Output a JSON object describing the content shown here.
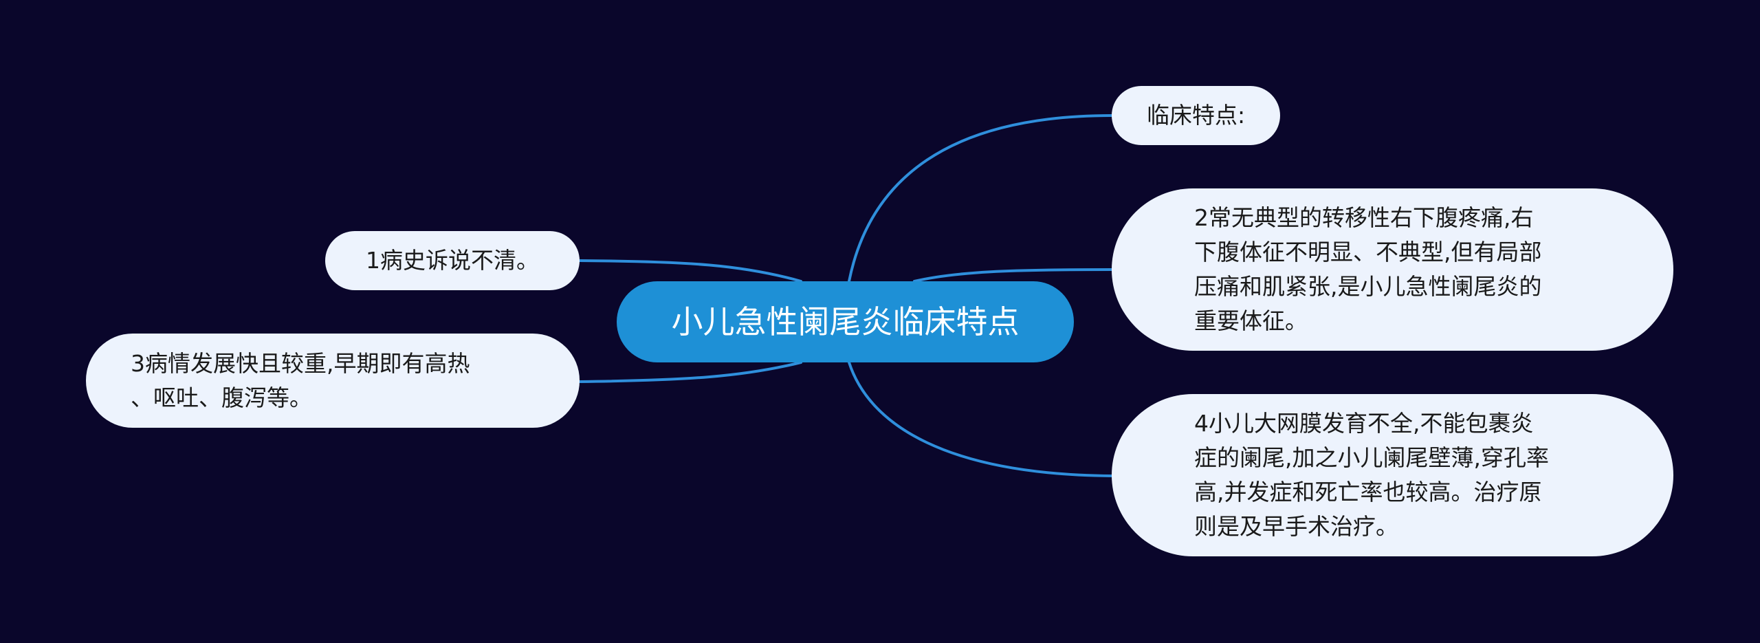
{
  "mindmap": {
    "central": "小儿急性阑尾炎临床特点",
    "branches": {
      "clinical": "临床特点:",
      "history": "1病史诉说不清。",
      "pain": "2常无典型的转移性右下腹疼痛,右\n下腹体征不明显、不典型,但有局部\n压痛和肌紧张,是小儿急性阑尾炎的\n重要体征。",
      "progress": "3病情发展快且较重,早期即有高热\n、呕吐、腹泻等。",
      "omentum": "4小儿大网膜发育不全,不能包裹炎\n症的阑尾,加之小儿阑尾壁薄,穿孔率\n高,并发症和死亡率也较高。治疗原\n则是及早手术治疗。"
    },
    "colors": {
      "background": "#0a062b",
      "central_fill": "#1e90d6",
      "node_fill": "#edf3fd",
      "link": "#2f8fdc"
    }
  }
}
